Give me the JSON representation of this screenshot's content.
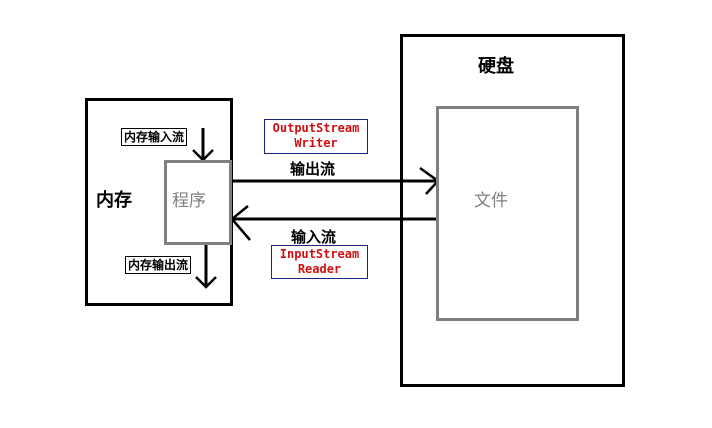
{
  "memory": {
    "title": "内存",
    "input_stream_label": "内存输入流",
    "output_stream_label": "内存输出流"
  },
  "program": {
    "label": "程序"
  },
  "disk": {
    "title": "硬盘"
  },
  "file": {
    "label": "文件"
  },
  "output_flow": {
    "label": "输出流",
    "class_line1": "OutputStream",
    "class_line2": "Writer"
  },
  "input_flow": {
    "label": "输入流",
    "class_line1": "InputStream",
    "class_line2": "Reader"
  },
  "colors": {
    "stroke": "#000000",
    "inner_box": "#808080",
    "class_text": "#d01010",
    "class_border": "#1a237e"
  }
}
